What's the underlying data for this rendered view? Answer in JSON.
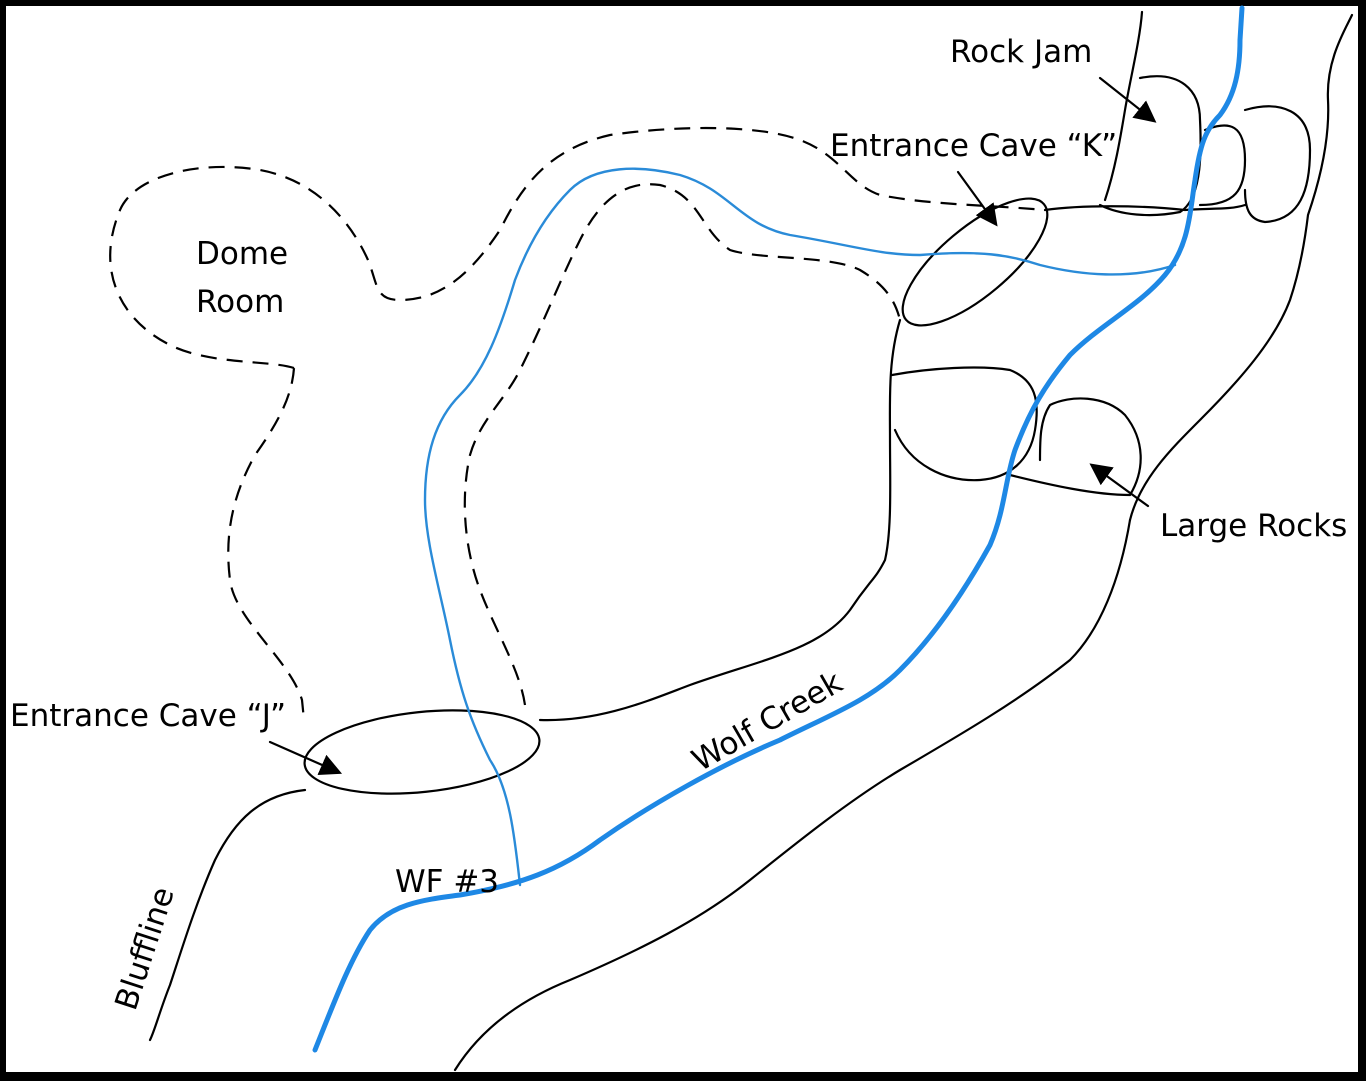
{
  "colors": {
    "background": "#ffffff",
    "frame": "#000000",
    "ink": "#000000",
    "water": "#1e88e5",
    "trail": "#2a8bd8"
  },
  "labels": {
    "rock_jam": "Rock Jam",
    "entrance_cave_k": "Entrance Cave “K”",
    "dome_room_line1": "Dome",
    "dome_room_line2": "Room",
    "large_rocks": "Large Rocks",
    "entrance_cave_j": "Entrance Cave “J”",
    "wolf_creek": "Wolf Creek",
    "wf3": "WF #3",
    "bluffline": "Bluffline"
  },
  "icons": {
    "arrow": "arrow-icon"
  }
}
